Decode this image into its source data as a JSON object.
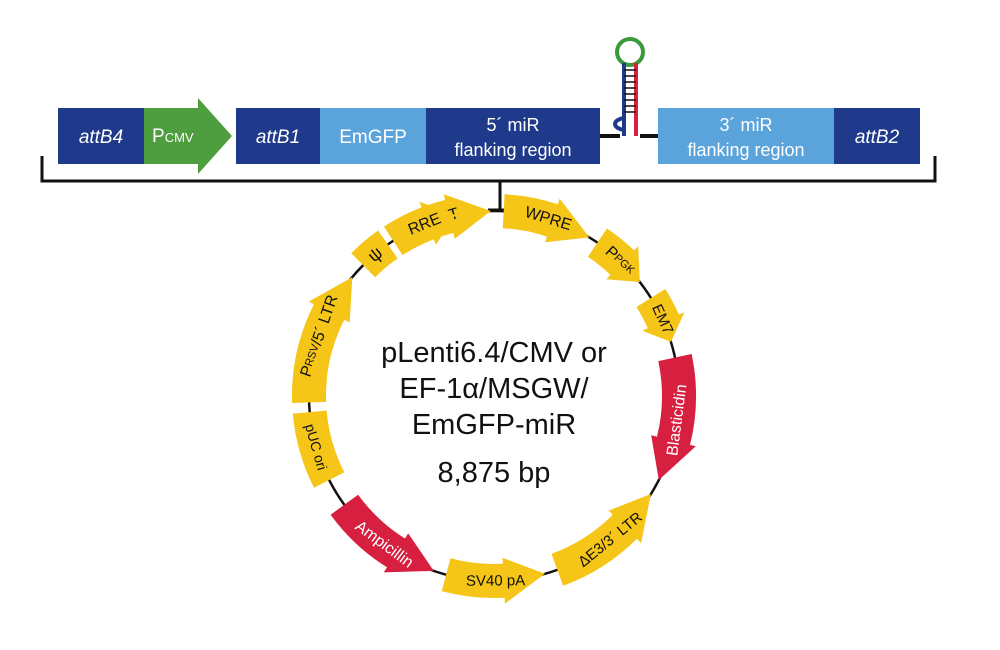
{
  "colors": {
    "dark_blue": "#1f3a8a",
    "light_blue": "#5ba3db",
    "green": "#4e9e3f",
    "yellow": "#f5c518",
    "red": "#d71f3f",
    "black": "#111111",
    "loop_green": "#3a9a3a"
  },
  "cassette": {
    "attB4": "attB4",
    "promoter_main": "P",
    "promoter_sub": "CMV",
    "attB1": "attB1",
    "emgfp": "EmGFP",
    "mir5_line1": "5´ miR",
    "mir5_line2": "flanking region",
    "mir3_line1": "3´ miR",
    "mir3_line2": "flanking region",
    "attB2": "attB2"
  },
  "plasmid": {
    "name_line1": "pLenti6.4/CMV or",
    "name_line2": "EF-1α/MSGW/",
    "name_line3": "EmGFP-miR",
    "size": "8,875 bp",
    "features": {
      "cppt": "cPPT",
      "wpre": "WPRE",
      "ppgk_main": "P",
      "ppgk_sub": "PGK",
      "em7": "EM7",
      "blasticidin": "Blasticidin",
      "ltr3": "ΔE3/3´ LTR",
      "sv40pa": "SV40 pA",
      "ampicillin": "Ampicillin",
      "puc": "pUC ori",
      "prsv_main": "P",
      "prsv_sub": "RSV",
      "prsv_tail": "/5´ LTR",
      "psi": "ψ",
      "rre": "RRE"
    }
  }
}
